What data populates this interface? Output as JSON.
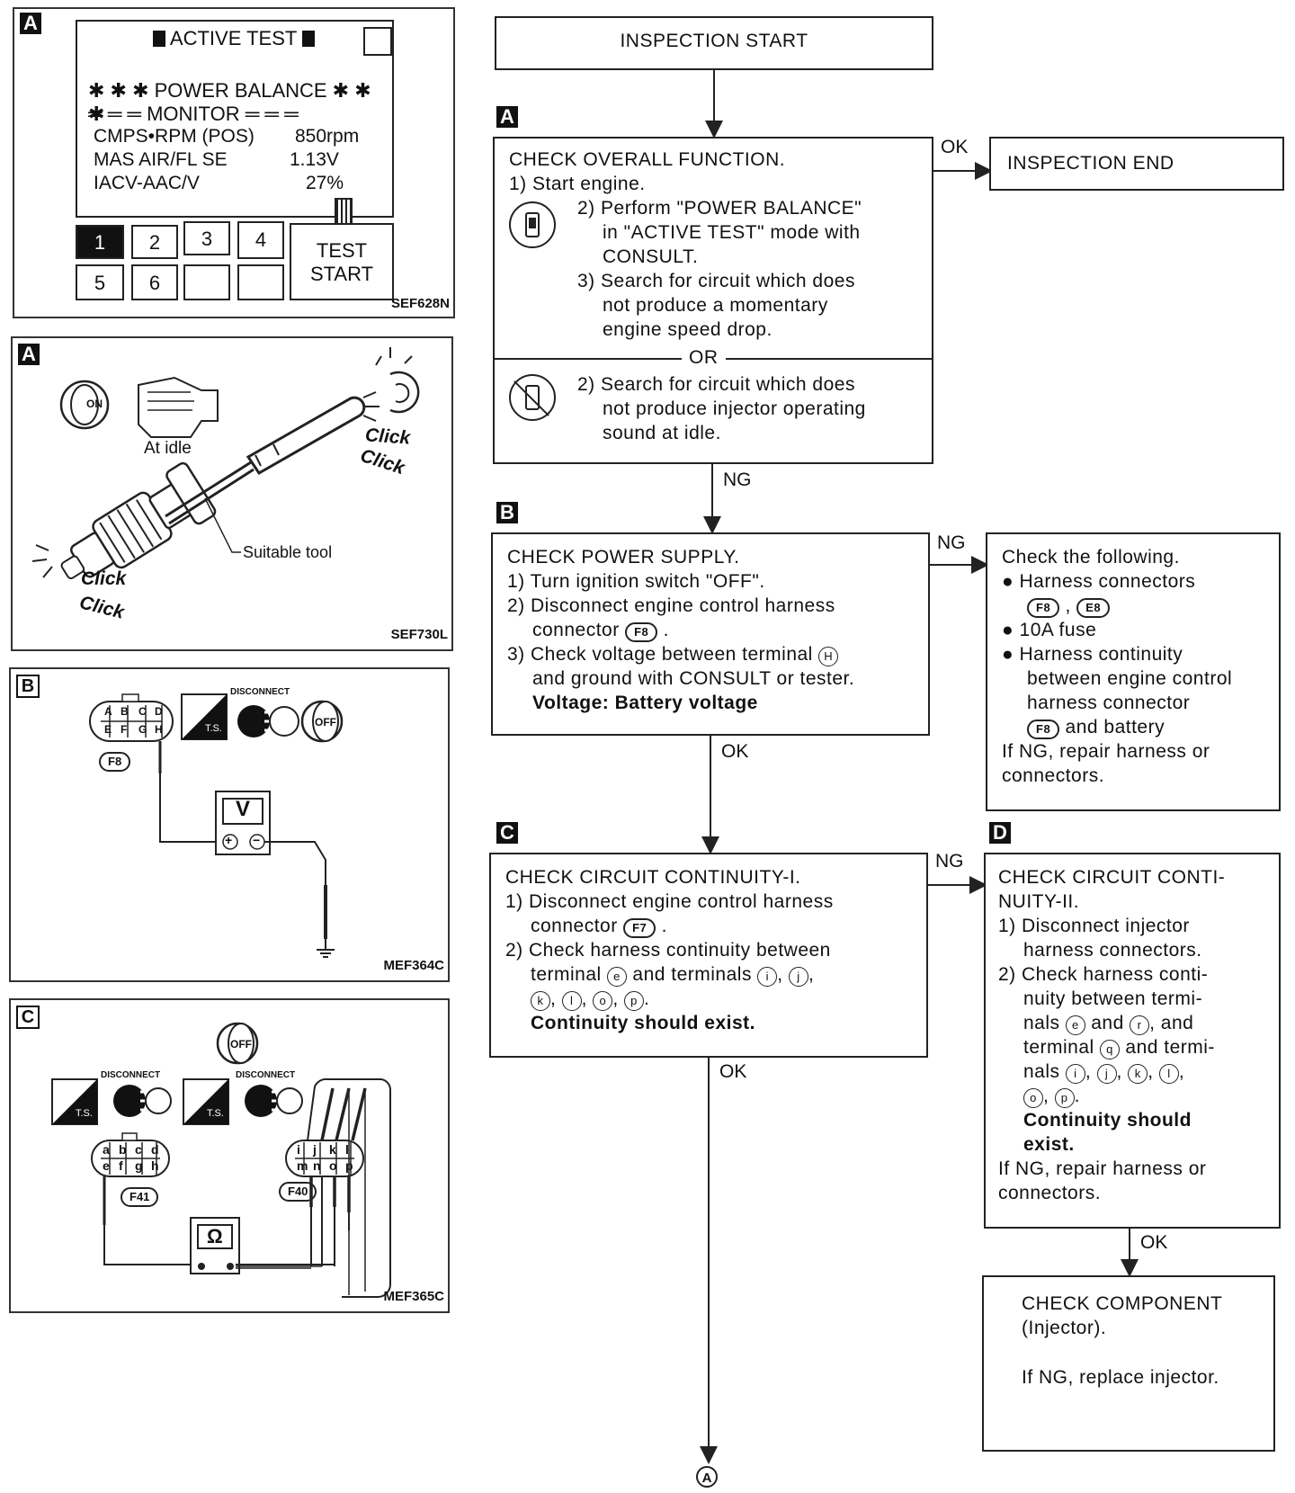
{
  "panels": {
    "p1": {
      "letter": "A",
      "screen_title": "ACTIVE TEST",
      "balance": "✱ ✱ ✱ POWER BALANCE ✱ ✱ ✱",
      "monitor": "═ ═ ═ MONITOR ═ ═ ═",
      "rows": [
        {
          "label": "CMPS•RPM (POS)",
          "value": "850rpm"
        },
        {
          "label": "MAS AIR/FL SE",
          "value": "1.13V"
        },
        {
          "label": "IACV-AAC/V",
          "value": "27%"
        }
      ],
      "keys": [
        "1",
        "2",
        "3",
        "4",
        "5",
        "6"
      ],
      "test_start_line1": "TEST",
      "test_start_line2": "START",
      "code": "SEF628N"
    },
    "p2": {
      "letter": "A",
      "key_on": "ON",
      "at_idle": "At idle",
      "click_text": "Click",
      "suitable_tool": "Suitable tool",
      "code": "SEF730L"
    },
    "p3": {
      "letter": "B",
      "connector_pins": [
        "A",
        "B",
        "C",
        "D",
        "E",
        "F",
        "G",
        "H"
      ],
      "connector_tag": "F8",
      "disconnect": "DISCONNECT",
      "ts": "T.S.",
      "off": "OFF",
      "meter": "V",
      "plus": "+",
      "minus": "−",
      "code": "MEF364C"
    },
    "p4": {
      "letter": "C",
      "disconnect": "DISCONNECT",
      "ts": "T.S.",
      "off": "OFF",
      "conn1_pins": [
        "a",
        "b",
        "c",
        "d",
        "e",
        "f",
        "g",
        "h"
      ],
      "conn1_tag": "F41",
      "conn2_pins": [
        "i",
        "j",
        "k",
        "l",
        "m",
        "n",
        "o",
        "p"
      ],
      "conn2_tag": "F40",
      "meter": "Ω",
      "code": "MEF365C"
    }
  },
  "flow": {
    "start": "INSPECTION START",
    "end": "INSPECTION END",
    "labels": {
      "ok": "OK",
      "ng": "NG",
      "or": "OR"
    },
    "stepA": {
      "letter": "A",
      "title": "CHECK OVERALL FUNCTION.",
      "s1": "1) Start engine.",
      "s2a": "2) Perform \"POWER BALANCE\"",
      "s2b": "in \"ACTIVE TEST\" mode with",
      "s2c": "CONSULT.",
      "s3a": "3) Search for circuit which does",
      "s3b": "not produce a momentary",
      "s3c": "engine speed drop.",
      "alt_a": "2) Search for circuit which does",
      "alt_b": "not produce injector operating",
      "alt_c": "sound at idle."
    },
    "stepB": {
      "letter": "B",
      "title": "CHECK POWER SUPPLY.",
      "s1": "1) Turn ignition switch \"OFF\".",
      "s2a": "2) Disconnect engine control harness",
      "s2b": "connector",
      "tag": "F8",
      "s3a": "3) Check voltage between terminal",
      "term": "H",
      "s3b": "and ground with CONSULT or tester.",
      "s4": "Voltage: Battery voltage"
    },
    "checkFollowing": {
      "title": "Check the following.",
      "b1": "● Harness connectors",
      "tag1": "F8",
      "tag2": "E8",
      "b2": "● 10A fuse",
      "b3a": "● Harness continuity",
      "b3b": "between engine control",
      "b3c": "harness connector",
      "tag3": "F8",
      "b3d": "and battery",
      "r1": "If NG, repair harness or",
      "r2": "connectors."
    },
    "stepC": {
      "letter": "C",
      "title": "CHECK CIRCUIT CONTINUITY-I.",
      "s1a": "1) Disconnect engine control harness",
      "s1b": "connector",
      "tag": "F7",
      "s2a": "2) Check harness continuity between",
      "s2b": "terminal",
      "t_e": "e",
      "s2c": "and terminals",
      "t_i": "i",
      "t_j": "j",
      "t_k": "k",
      "t_l": "l",
      "t_o": "o",
      "t_p": "p",
      "s3": "Continuity should exist."
    },
    "stepD": {
      "letter": "D",
      "title1": "CHECK CIRCUIT CONTI-",
      "title2": "NUITY-II.",
      "s1a": "1) Disconnect injector",
      "s1b": "harness connectors.",
      "s2a": "2) Check harness conti-",
      "s2b": "nuity between termi-",
      "s2c": "nals",
      "t_e": "e",
      "t_r": "r",
      "s2d": "terminal",
      "t_q": "q",
      "s2e": "and termi-",
      "s2f": "nals",
      "t_i": "i",
      "t_j": "j",
      "t_k": "k",
      "t_l": "l",
      "t_o": "o",
      "t_p": "p",
      "s3a": "Continuity should",
      "s3b": "exist.",
      "r1": "If NG, repair harness or",
      "r2": "connectors."
    },
    "component": {
      "l1": "CHECK COMPONENT",
      "l2": "(Injector).",
      "l3": "If NG, replace injector."
    },
    "connector_end": "A"
  }
}
